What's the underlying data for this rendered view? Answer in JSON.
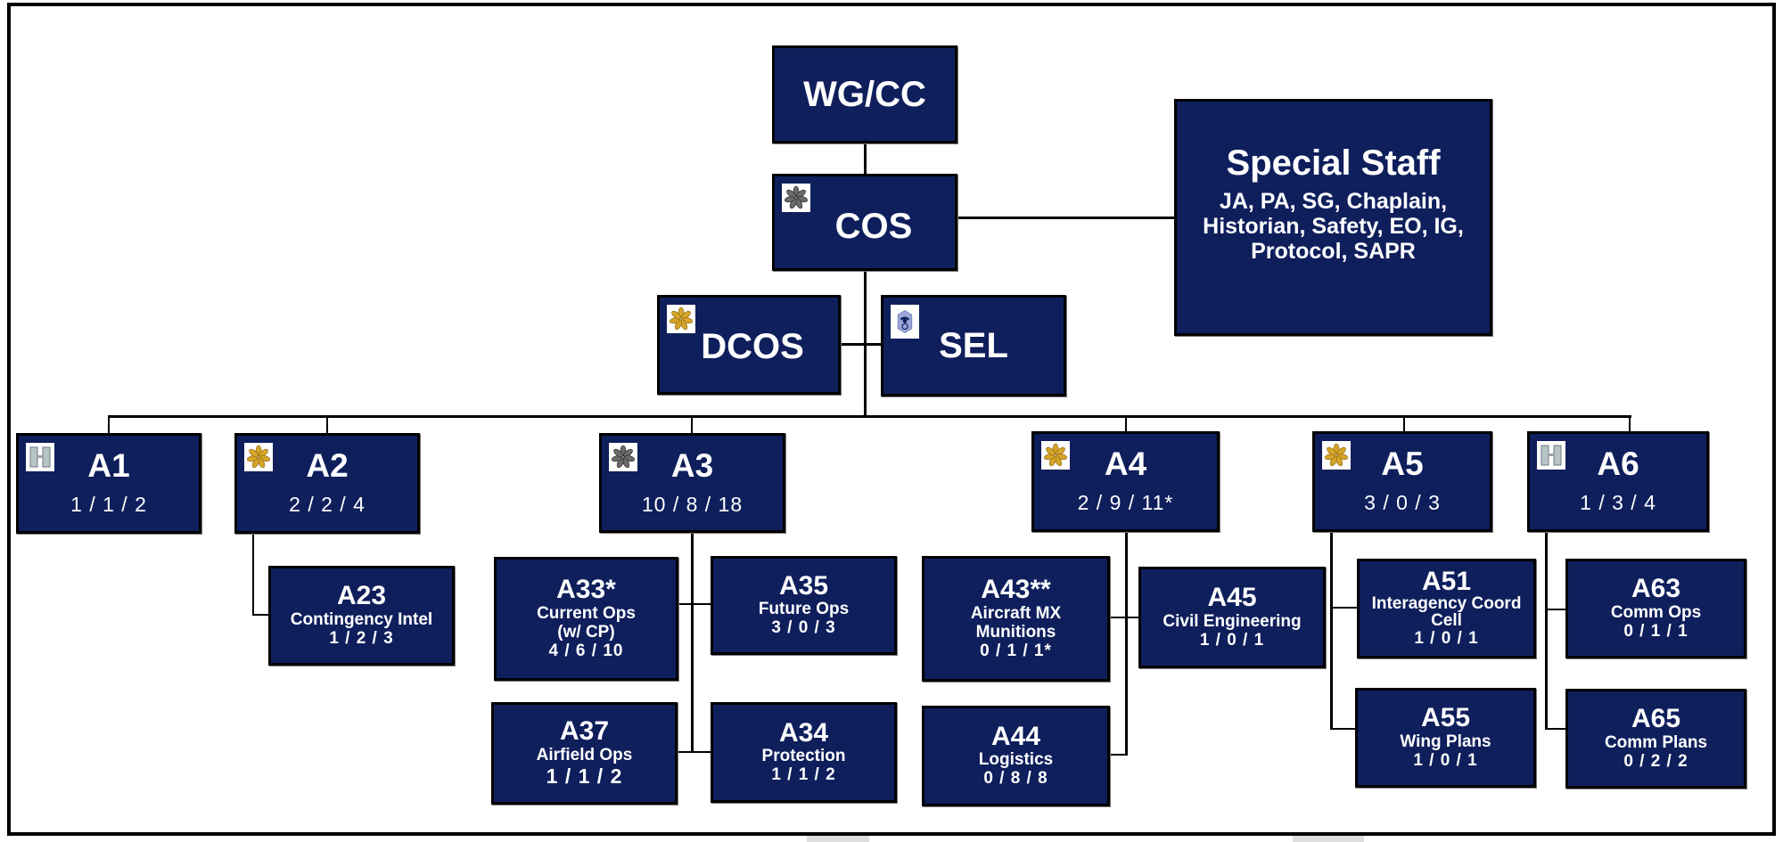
{
  "colors": {
    "box_fill": "#0f1f5c",
    "text": "#ffffff",
    "lines": "#000000"
  },
  "nodes": {
    "wgcc": {
      "title": "WG/CC"
    },
    "cos": {
      "title": "COS",
      "insignia": "lt-colonel-leaf-silver-icon"
    },
    "special": {
      "title": "Special Staff",
      "sub": "JA, PA, SG, Chaplain, Historian, Safety, EO, IG, Protocol, SAPR"
    },
    "dcos": {
      "title": "DCOS",
      "insignia": "major-leaf-gold-icon"
    },
    "sel": {
      "title": "SEL",
      "insignia": "chief-master-sergeant-chevron-icon"
    },
    "a1": {
      "title": "A1",
      "counts": "1 / 1 / 2",
      "insignia": "captain-bars-icon"
    },
    "a2": {
      "title": "A2",
      "counts": "2 / 2 / 4",
      "insignia": "major-leaf-gold-icon"
    },
    "a3": {
      "title": "A3",
      "counts": "10 / 8 / 18",
      "insignia": "lt-colonel-leaf-silver-icon"
    },
    "a4": {
      "title": "A4",
      "counts": "2 / 9 / 11*",
      "insignia": "major-leaf-gold-icon"
    },
    "a5": {
      "title": "A5",
      "counts": "3 / 0 / 3",
      "insignia": "major-leaf-gold-icon"
    },
    "a6": {
      "title": "A6",
      "counts": "1 / 3 / 4",
      "insignia": "captain-bars-icon"
    },
    "a23": {
      "title": "A23",
      "sub": "Contingency Intel",
      "counts": "1 / 2 / 3"
    },
    "a33": {
      "title": "A33*",
      "sub": "Current Ops (w/ CP)",
      "counts": "4 / 6 / 10"
    },
    "a35": {
      "title": "A35",
      "sub": "Future Ops",
      "counts": "3 / 0 / 3"
    },
    "a37": {
      "title": "A37",
      "sub": "Airfield Ops",
      "counts": "1 / 1 / 2"
    },
    "a34": {
      "title": "A34",
      "sub": "Protection",
      "counts": "1 / 1 / 2"
    },
    "a43": {
      "title": "A43**",
      "sub": "Aircraft MX Munitions",
      "counts": "0 / 1 / 1*"
    },
    "a45": {
      "title": "A45",
      "sub": "Civil Engineering",
      "counts": "1 / 0 / 1"
    },
    "a44": {
      "title": "A44",
      "sub": "Logistics",
      "counts": "0 / 8 / 8"
    },
    "a51": {
      "title": "A51",
      "sub": "Interagency Coord Cell",
      "counts": "1 / 0 / 1"
    },
    "a55": {
      "title": "A55",
      "sub": "Wing Plans",
      "counts": "1 / 0 / 1"
    },
    "a63": {
      "title": "A63",
      "sub": "Comm Ops",
      "counts": "0 / 1 / 1"
    },
    "a65": {
      "title": "A65",
      "sub": "Comm Plans",
      "counts": "0 / 2 / 2"
    }
  }
}
